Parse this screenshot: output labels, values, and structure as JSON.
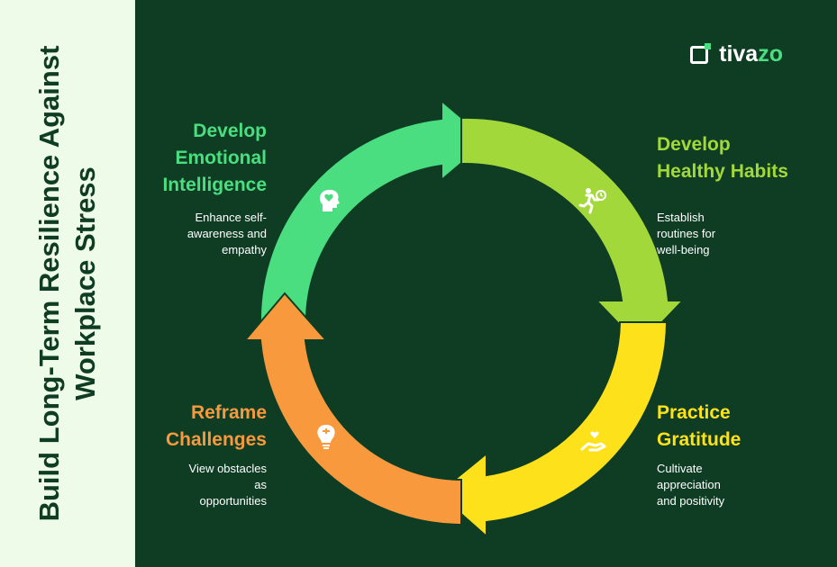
{
  "title": {
    "line1": "Build Long-Term Resilience Against",
    "line2": "Workplace Stress"
  },
  "logo": {
    "part1": "tiva",
    "part2": "zo"
  },
  "colors": {
    "green_bg": "#0f3d24",
    "sidebar_bg": "#eefbe8",
    "teal": "#4ade80",
    "lime": "#a3d83a",
    "yellow": "#fde21b",
    "orange": "#f7993c"
  },
  "stages": [
    {
      "title1": "Develop",
      "title2": "Emotional",
      "title3": "Intelligence",
      "desc1": "Enhance self-",
      "desc2": "awareness and",
      "desc3": "empathy",
      "icon": "head-heart-icon"
    },
    {
      "title1": "Develop",
      "title2": "Healthy Habits",
      "desc1": "Establish",
      "desc2": "routines for",
      "desc3": "well-being",
      "icon": "running-person-icon"
    },
    {
      "title1": "Practice",
      "title2": "Gratitude",
      "desc1": "Cultivate",
      "desc2": "appreciation",
      "desc3": "and positivity",
      "icon": "hand-heart-icon"
    },
    {
      "title1": "Reframe",
      "title2": "Challenges",
      "desc1": "View obstacles",
      "desc2": "as",
      "desc3": "opportunities",
      "icon": "lightbulb-icon"
    }
  ]
}
